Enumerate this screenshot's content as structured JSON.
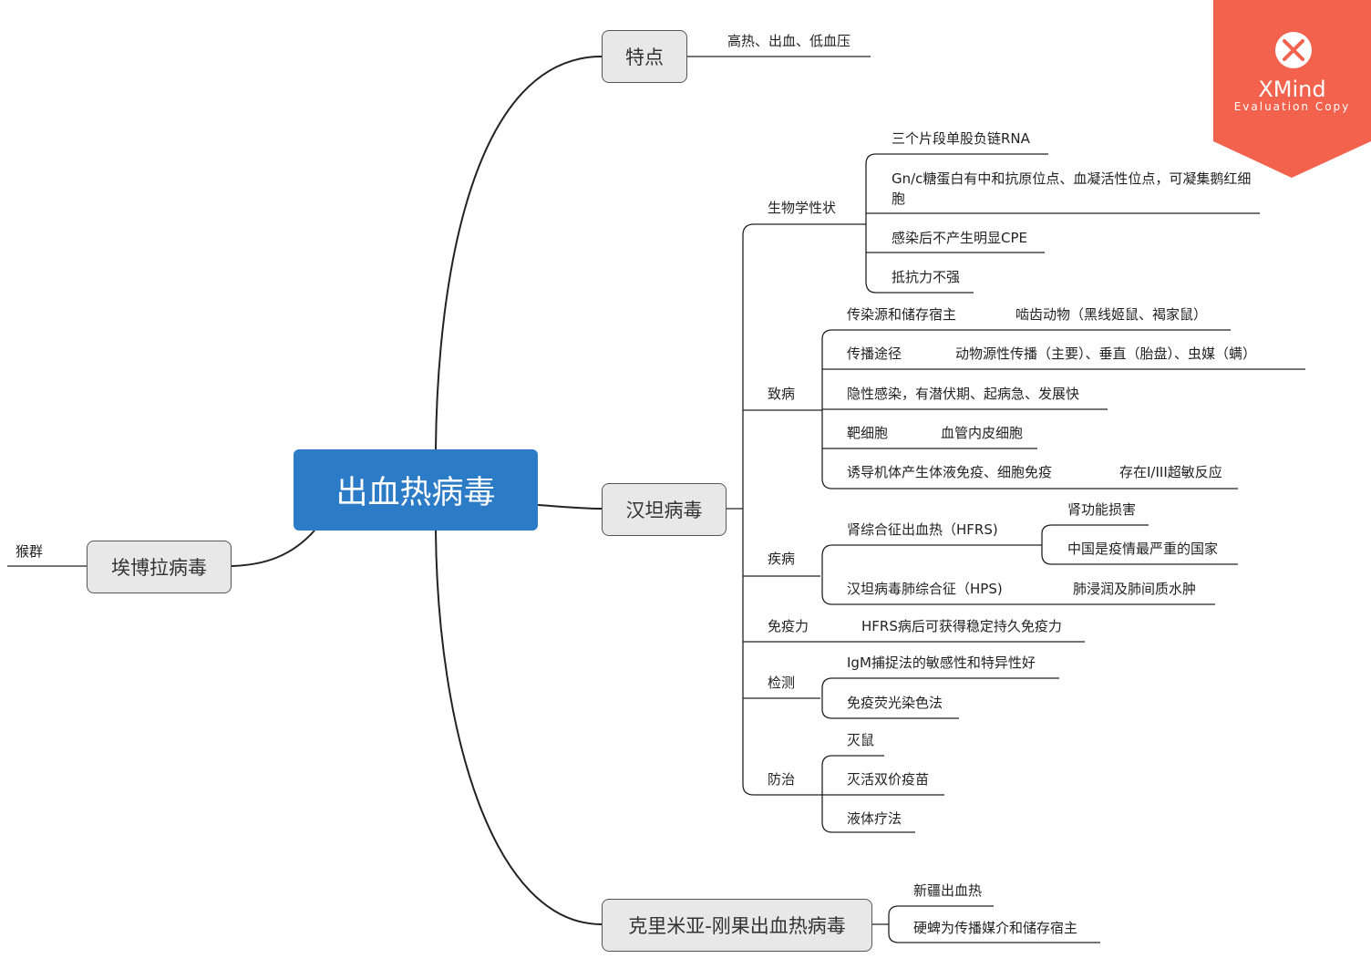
{
  "root": "出血热病毒",
  "branches": {
    "tedian": "特点",
    "hantan": "汉坦病毒",
    "ebola": "埃博拉病毒",
    "crimea": "克里米亚-刚果出血热病毒"
  },
  "tedian_items": [
    "高热、出血、低血压"
  ],
  "ebola_items": [
    "猴群"
  ],
  "hantan_subs": {
    "bio": "生物学性状",
    "path": "致病",
    "disease": "疾病",
    "immune": "免疫力",
    "detect": "检测",
    "prevent": "防治"
  },
  "bio_items": [
    "三个片段单股负链RNA",
    "Gn/c糖蛋白有中和抗原位点、血凝活性位点，可凝集鹅红细胞",
    "感染后不产生明显CPE",
    "抵抗力不强"
  ],
  "path_items": [
    {
      "label": "传染源和储存宿主",
      "detail": "啮齿动物（黑线姬鼠、褐家鼠）"
    },
    {
      "label": "传播途径",
      "detail": "动物源性传播（主要）、垂直（胎盘）、虫媒（螨）"
    },
    {
      "label": "隐性感染，有潜伏期、起病急、发展快",
      "detail": ""
    },
    {
      "label": "靶细胞",
      "detail": "血管内皮细胞"
    },
    {
      "label": "诱导机体产生体液免疫、细胞免疫",
      "detail": "存在I/III超敏反应"
    }
  ],
  "disease_items": {
    "hfrs": "肾综合征出血热（HFRS)",
    "hfrs_details": [
      "肾功能损害",
      "中国是疫情最严重的国家"
    ],
    "hps": "汉坦病毒肺综合征（HPS)",
    "hps_detail": "肺浸润及肺间质水肿"
  },
  "immune_items": [
    "HFRS病后可获得稳定持久免疫力"
  ],
  "detect_items": [
    "IgM捕捉法的敏感性和特异性好",
    "免疫荧光染色法"
  ],
  "prevent_items": [
    "灭鼠",
    "灭活双价疫苗",
    "液体疗法"
  ],
  "crimea_items": [
    "新疆出血热",
    "硬蜱为传播媒介和储存宿主"
  ],
  "watermark": {
    "brand": "XMind",
    "note": "Evaluation Copy"
  },
  "colors": {
    "root": "#2c7bc7",
    "node_bg": "#e8e8e8",
    "watermark": "#f2624c",
    "line": "#222222"
  }
}
